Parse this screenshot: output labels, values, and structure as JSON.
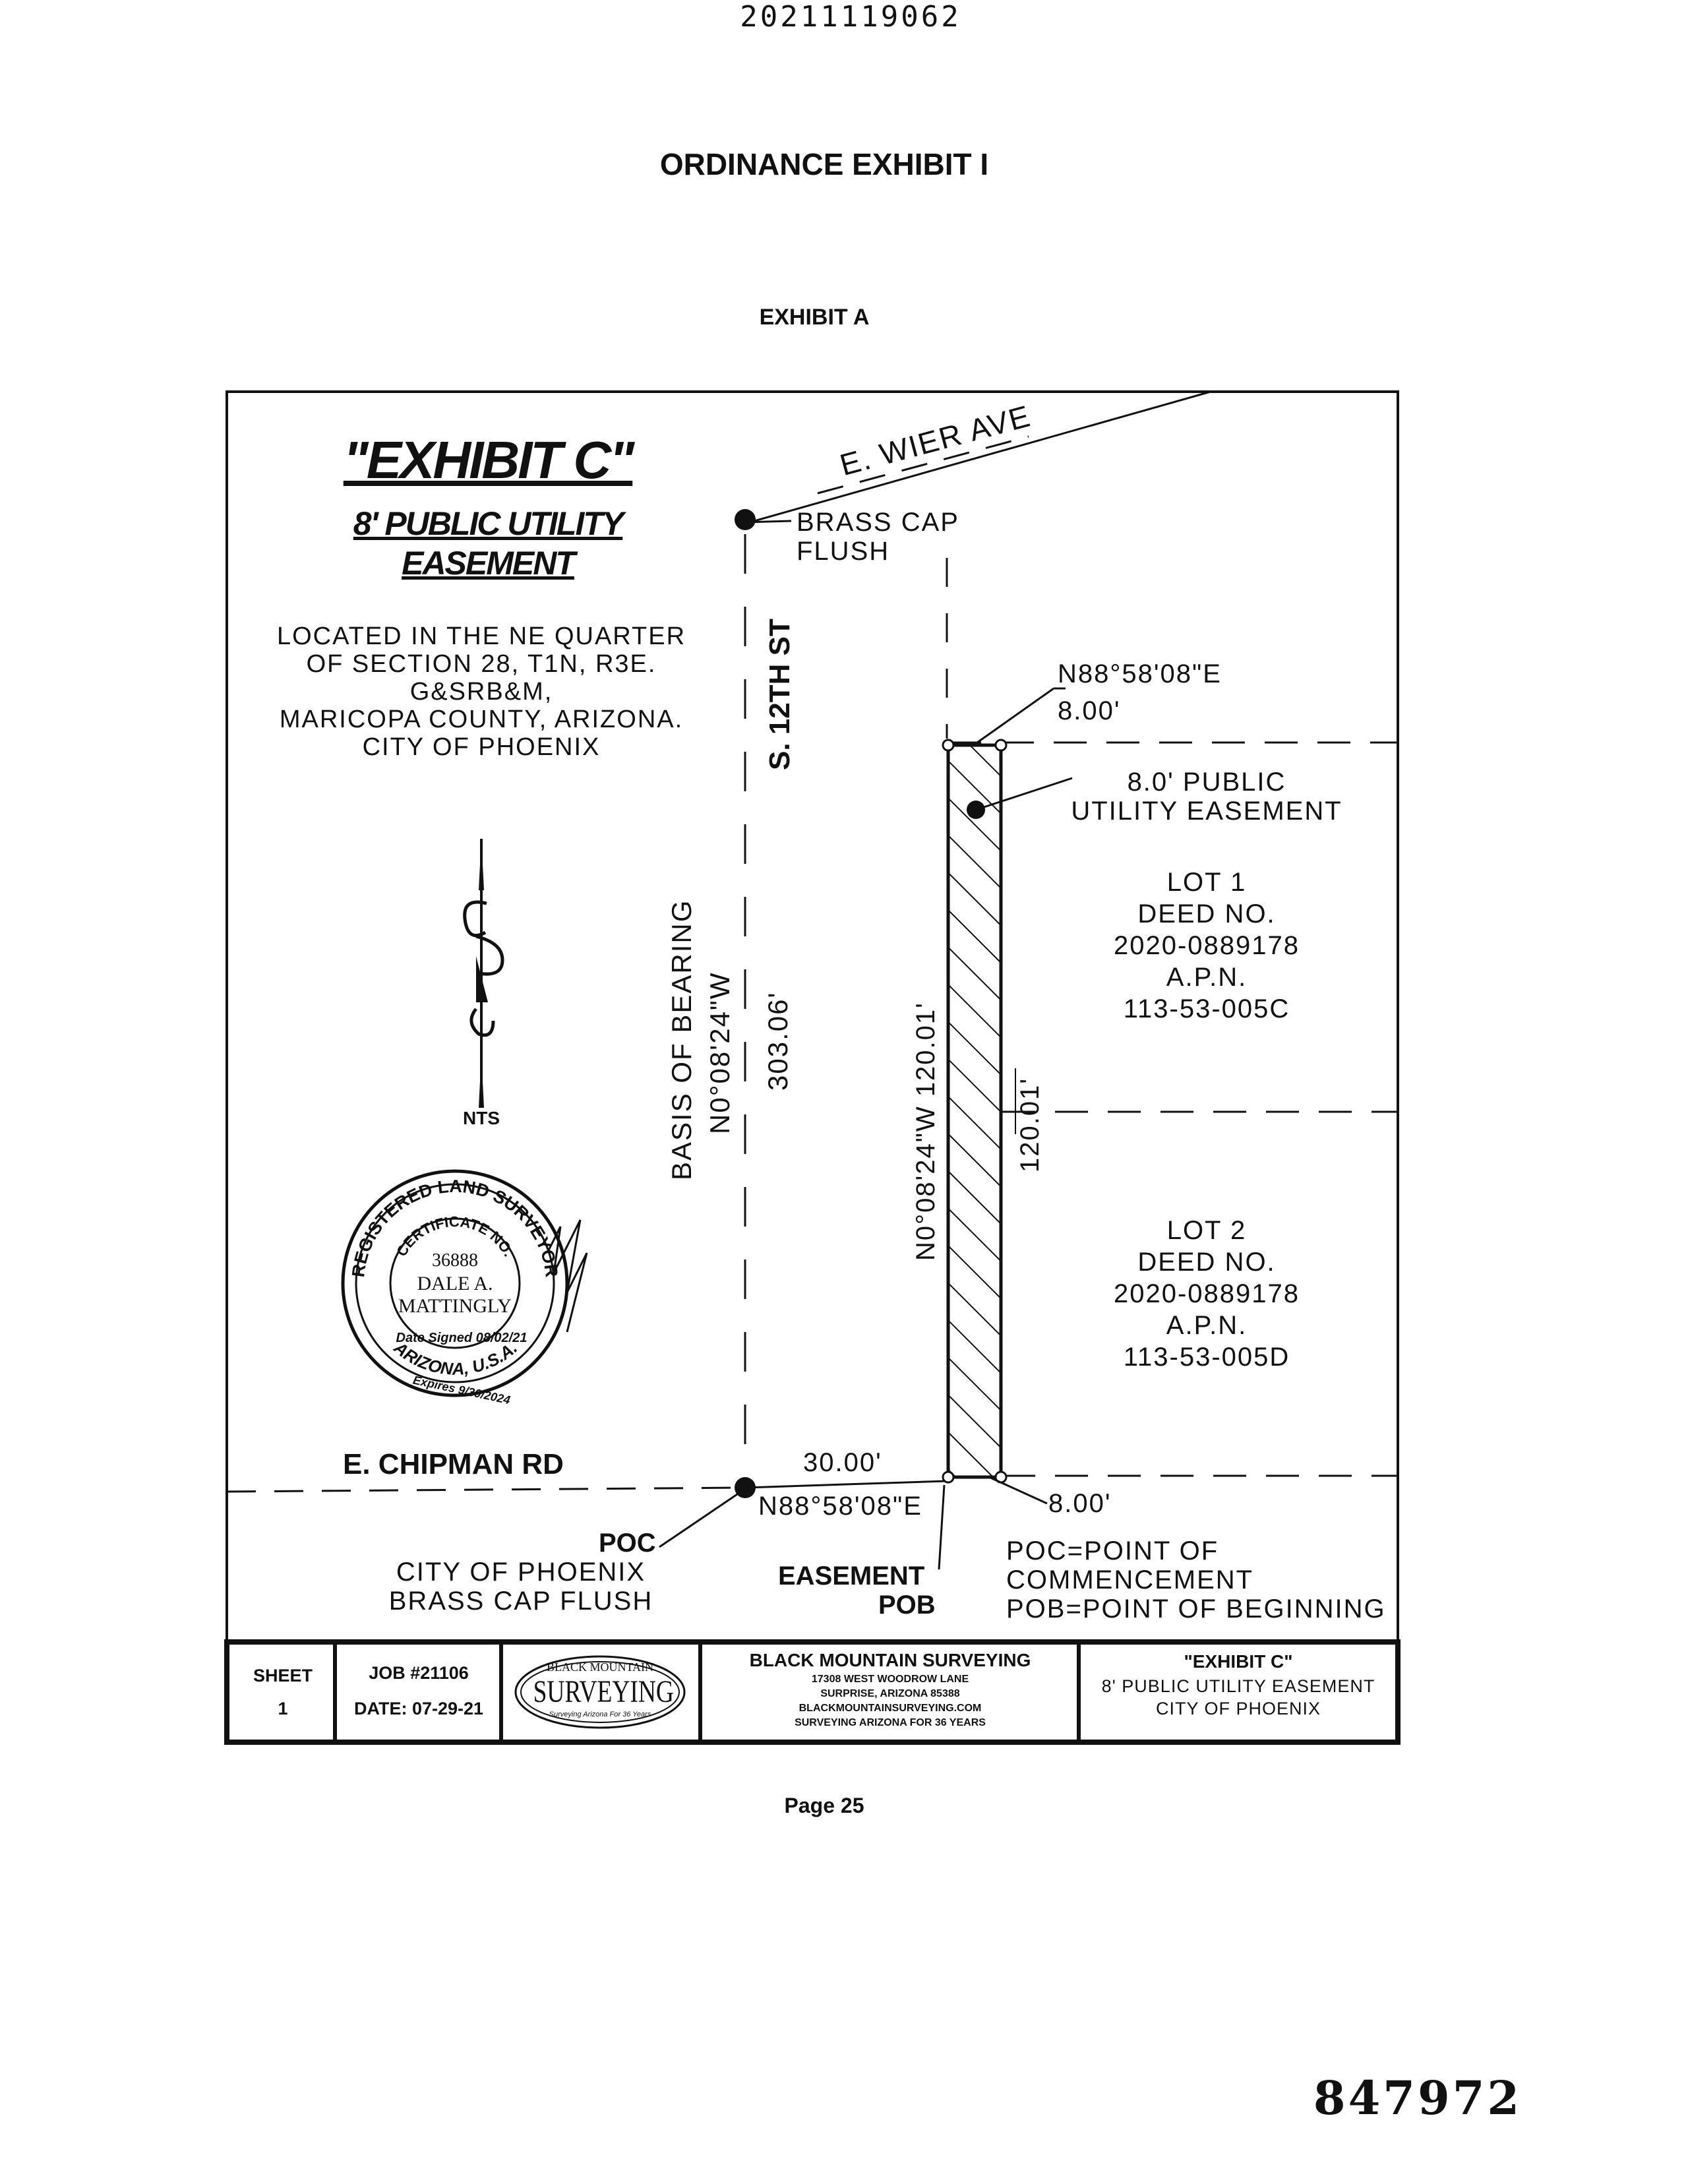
{
  "header": {
    "doc_number": "20211119062",
    "ordinance_title": "ORDINANCE EXHIBIT I",
    "exhibit_label": "EXHIBIT A"
  },
  "drawing": {
    "title": "\"EXHIBIT C\"",
    "subtitle_line1": "8' PUBLIC UTILITY",
    "subtitle_line2": "EASEMENT",
    "location_lines": [
      "LOCATED IN THE NE QUARTER",
      "OF SECTION 28, T1N, R3E.",
      "G&SRB&M,",
      "MARICOPA COUNTY, ARIZONA.",
      "CITY OF PHOENIX"
    ],
    "north_label": "NTS",
    "streets": {
      "north": "E. WIER AVE",
      "west_vertical": "S. 12TH ST",
      "south": "E. CHIPMAN RD"
    },
    "brass_cap_top": [
      "BRASS CAP",
      "FLUSH"
    ],
    "bearing_top": "N88°58'08\"E",
    "dist_top": "8.00'",
    "easement_label": [
      "8.0' PUBLIC",
      "UTILITY EASEMENT"
    ],
    "lot1": [
      "LOT 1",
      "DEED NO.",
      "2020-0889178",
      "A.P.N.",
      "113-53-005C"
    ],
    "lot2": [
      "LOT 2",
      "DEED NO.",
      "2020-0889178",
      "A.P.N.",
      "113-53-005D"
    ],
    "basis_label": "BASIS OF BEARING",
    "basis_bearing": "N0°08'24\"W",
    "basis_distance": "303.06'",
    "east_line_left": "N0°08'24\"W  120.01'",
    "east_line_right": "120.01'",
    "dist_bottom": "30.00'",
    "bearing_bottom": "N88°58'08\"E",
    "dist_bottom_right": "8.00'",
    "poc_label": "POC",
    "poc_desc": [
      "CITY OF PHOENIX",
      "BRASS CAP FLUSH"
    ],
    "easement_pob": [
      "EASEMENT",
      "POB"
    ],
    "legend": [
      "POC=POINT OF",
      "COMMENCEMENT",
      "POB=POINT OF BEGINNING"
    ],
    "seal": {
      "ring_text": "REGISTERED LAND SURVEYOR",
      "certificate": "CERTIFICATE NO.",
      "number": "36888",
      "name1": "DALE A.",
      "name2": "MATTINGLY",
      "signed": "Date Signed 08/02/21",
      "state": "ARIZONA, U.S.A.",
      "expires": "Expires 9/30/2024"
    }
  },
  "title_block": {
    "sheet_label": "SHEET",
    "sheet_number": "1",
    "job": "JOB #21106",
    "date": "DATE: 07-29-21",
    "logo_top": "BLACK MOUNTAIN",
    "logo_main": "SURVEYING",
    "logo_tag": "Surveying Arizona For 36 Years",
    "company": "BLACK MOUNTAIN SURVEYING",
    "company_lines": [
      "17308 WEST WOODROW LANE",
      "SURPRISE, ARIZONA 85388",
      "BLACKMOUNTAINSURVEYING.COM",
      "SURVEYING ARIZONA FOR 36 YEARS"
    ],
    "exhibit": "\"EXHIBIT C\"",
    "exhibit_desc": "8' PUBLIC UTILITY EASEMENT",
    "exhibit_city": "CITY OF PHOENIX"
  },
  "footer": {
    "page": "Page 25",
    "stamp": "847972"
  }
}
